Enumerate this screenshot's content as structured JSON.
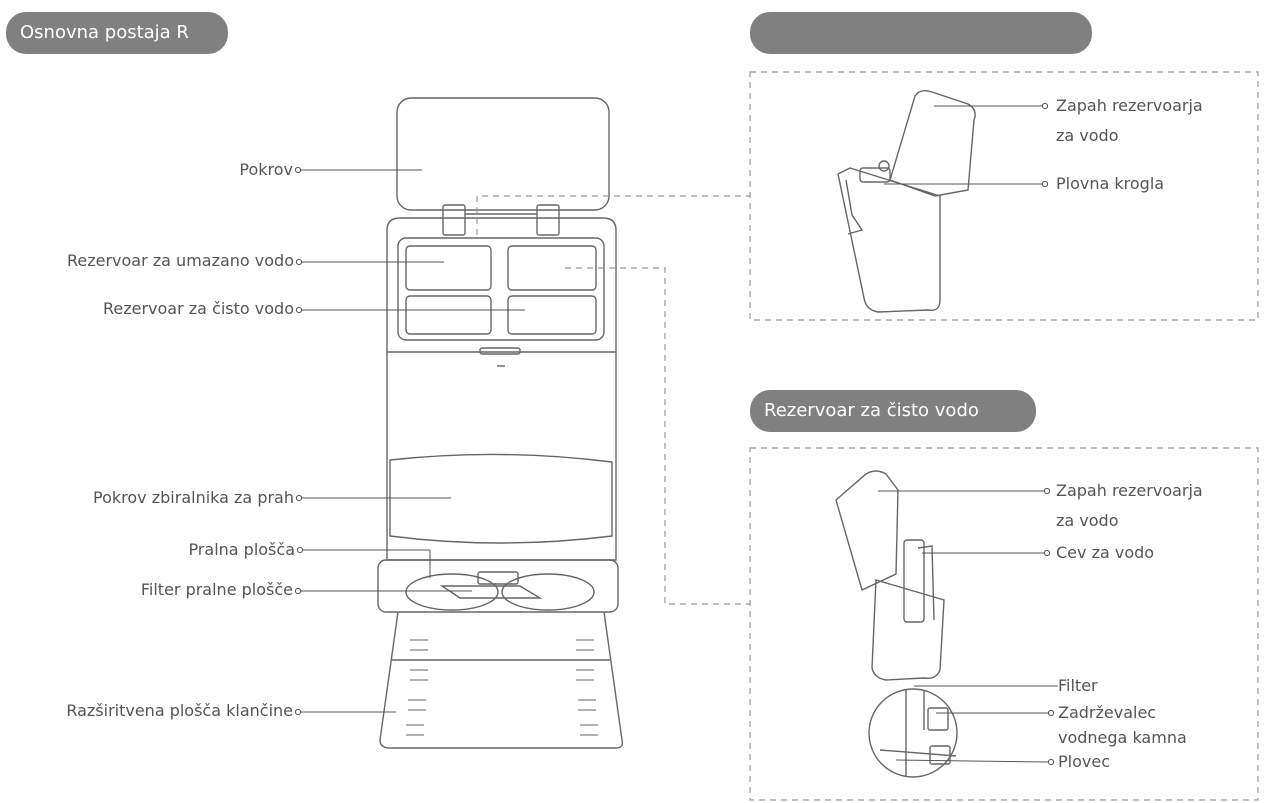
{
  "headings": {
    "base_station": "Osnovna postaja R",
    "dirty_tank_header": "",
    "clean_tank_header": "Rezervoar za čisto vodo"
  },
  "main_labels": {
    "lid": "Pokrov",
    "dirty_tank": "Rezervoar za umazano vodo",
    "clean_tank": "Rezervoar za čisto vodo",
    "dustbin_cover": "Pokrov zbiralnika za prah",
    "wash_plate": "Pralna plošča",
    "wash_plate_filter": "Filter pralne plošče",
    "ramp_extension": "Razširitvena plošča klančine"
  },
  "dirty_tank_detail": {
    "tank_latch": [
      "Zapah rezervoarja",
      "za vodo"
    ],
    "float_ball": "Plovna krogla"
  },
  "clean_tank_detail": {
    "tank_latch": [
      "Zapah rezervoarja",
      "za vodo"
    ],
    "water_pipe": "Cev za vodo",
    "filter": "Filter",
    "scale_inhibitor": [
      "Zadrževalec",
      "vodnega kamna"
    ],
    "float": "Plovec"
  },
  "colors": {
    "pill_bg": "#808080",
    "pill_text": "#ffffff",
    "line": "#555555",
    "label_text": "#555555",
    "dashed_box": "#999999"
  }
}
